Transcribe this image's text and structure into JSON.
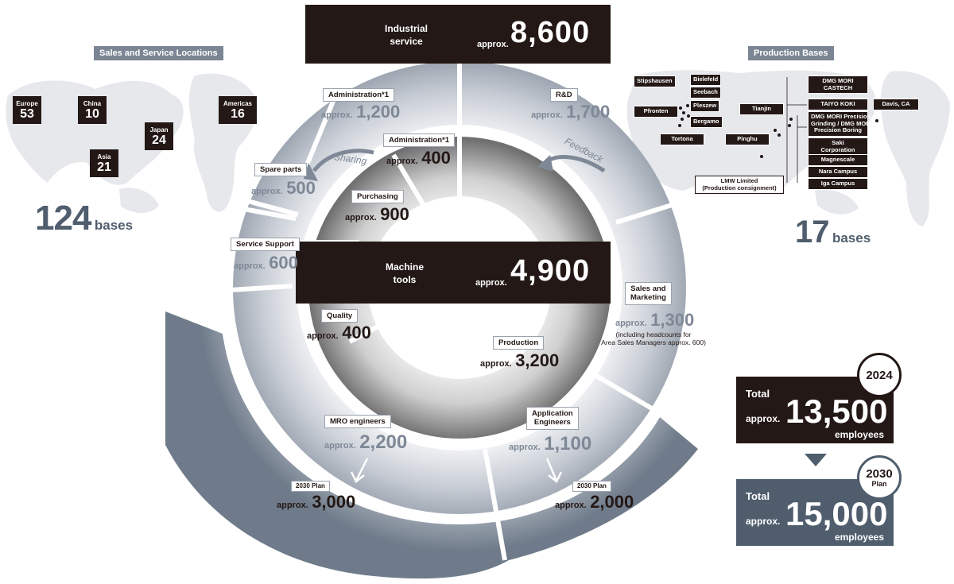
{
  "approx": "approx.",
  "sales_locations": {
    "header": "Sales and Service Locations",
    "regions": [
      {
        "name": "Europe",
        "count": "53"
      },
      {
        "name": "China",
        "count": "10"
      },
      {
        "name": "Japan",
        "count": "24"
      },
      {
        "name": "Asia",
        "count": "21"
      },
      {
        "name": "Americas",
        "count": "16"
      }
    ],
    "total": "124",
    "total_unit": "bases"
  },
  "production_bases": {
    "header": "Production Bases",
    "sites": [
      "Stipshausen",
      "Bielefeld",
      "Seebach",
      "Pfronten",
      "Pleszew",
      "Bergamo",
      "Tortona",
      "Pinghu",
      "Tianjin",
      "LMW Limited\n(Production consignment)",
      "DMG MORI\nCASTECH",
      "TAIYO KOKI",
      "DMG MORI Precision\nGrinding / DMG MORI\nPrecision Boring",
      "Saki\nCorporation",
      "Magnescale",
      "Nara Campus",
      "Iga Campus",
      "Davis, CA"
    ],
    "total": "17",
    "total_unit": "bases"
  },
  "industrial_service": {
    "title": "Industrial\nservice",
    "value": "8,600"
  },
  "machine_tools": {
    "title": "Machine\ntools",
    "value": "4,900"
  },
  "outer_ring": {
    "administration": {
      "label": "Administration*1",
      "value": "1,200"
    },
    "rnd": {
      "label": "R&D",
      "value": "1,700"
    },
    "spare_parts": {
      "label": "Spare parts",
      "value": "500"
    },
    "service_support": {
      "label": "Service Support",
      "value": "600"
    },
    "sales_marketing": {
      "label": "Sales and\nMarketing",
      "value": "1,300",
      "note": "(including headcounts for\nArea Sales Managers approx. 600)"
    },
    "mro": {
      "label": "MRO engineers",
      "value": "2,200",
      "plan_label": "2030 Plan",
      "plan_value": "3,000"
    },
    "app_eng": {
      "label": "Application\nEngineers",
      "value": "1,100",
      "plan_label": "2030 Plan",
      "plan_value": "2,000"
    }
  },
  "inner_ring": {
    "administration": {
      "label": "Administration*1",
      "value": "400"
    },
    "purchasing": {
      "label": "Purchasing",
      "value": "900"
    },
    "quality": {
      "label": "Quality",
      "value": "400"
    },
    "production": {
      "label": "Production",
      "value": "3,200"
    }
  },
  "arrows": {
    "sharing": "Sharing",
    "feedback": "Feedback"
  },
  "totals": [
    {
      "year": "2024",
      "year_sub": "",
      "title": "Total",
      "value": "13,500",
      "unit": "employees"
    },
    {
      "year": "2030",
      "year_sub": "Plan",
      "title": "Total",
      "value": "15,000",
      "unit": "employees"
    }
  ],
  "colors": {
    "dark": "#231815",
    "slate": "#4f5d6d",
    "ring_grey": "#8d97a3",
    "total_2030": "#4f5d6d"
  }
}
